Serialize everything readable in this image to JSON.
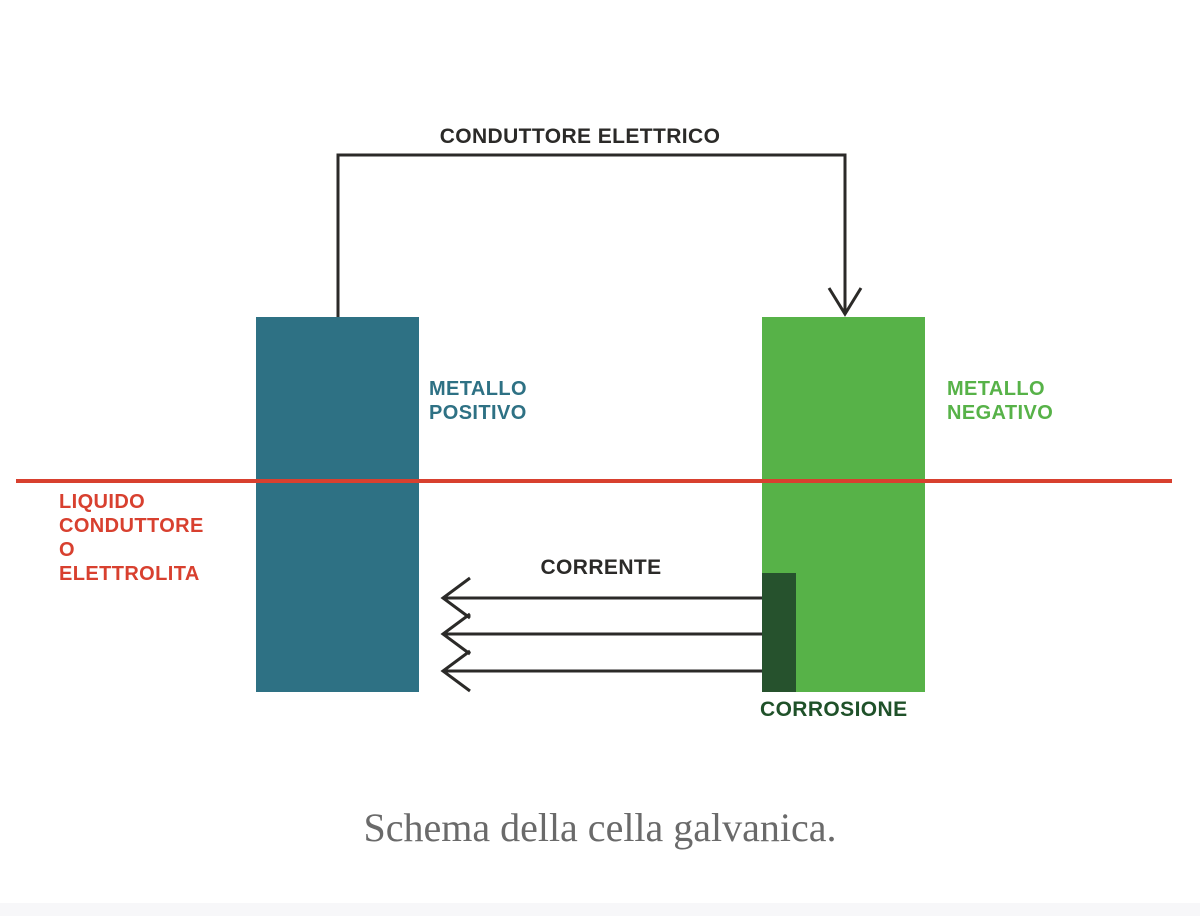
{
  "colors": {
    "ink": "#2b2a28",
    "teal-metal": "#2e7184",
    "green-metal": "#57b248",
    "corrosion-dark-green": "#26522d",
    "corrosion-text-green": "#1f5129",
    "electrolyte-red": "#d8402f",
    "caption-gray": "#6a6a6a",
    "footer-strip": "#f7f7f9"
  },
  "diagram": {
    "conductor_label": "CONDUTTORE ELETTRICO",
    "positive_metal": {
      "lines": [
        "METALLO",
        "POSITIVO"
      ]
    },
    "negative_metal": {
      "lines": [
        "METALLO",
        "NEGATIVO"
      ]
    },
    "electrolyte": {
      "lines": [
        "LIQUIDO",
        "CONDUTTORE",
        "O",
        "ELETTROLITA"
      ]
    },
    "current_label": "CORRENTE",
    "corrosion_label": "CORROSIONE"
  },
  "caption": "Schema della cella galvanica."
}
